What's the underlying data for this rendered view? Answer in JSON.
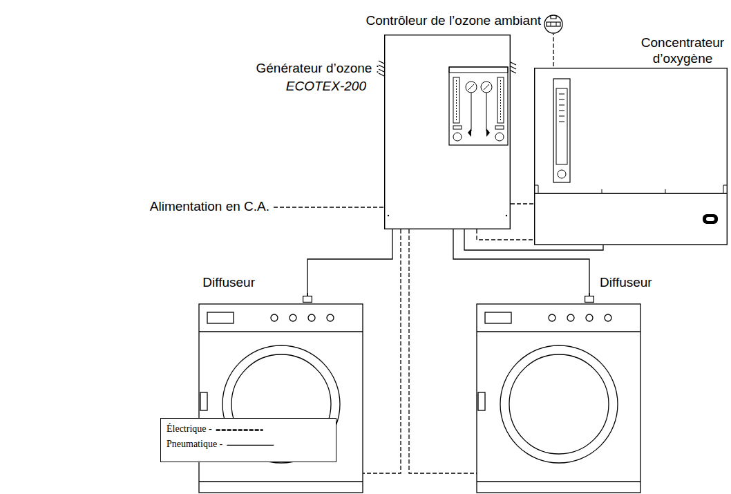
{
  "diagram": {
    "nodes": [
      {
        "text": [
          "Contrôleur de l’ozone ambiant"
        ]
      },
      {
        "text": [
          "Générateur d’ozone :",
          "ECOTEX-200"
        ]
      },
      {
        "text": [
          "Concentrateur d’oxygène"
        ]
      },
      {
        "text": [
          "Diffuseur"
        ]
      },
      {
        "text": [
          "Diffuseur"
        ]
      }
    ],
    "edges": [
      {
        "from": 1,
        "to": 0,
        "arrow": "none"
      },
      {
        "from": 1,
        "to": 2,
        "arrow": "none"
      },
      {
        "from": 1,
        "to": 2,
        "arrow": "none"
      },
      {
        "from": 1,
        "to": 3,
        "arrow": "none"
      },
      {
        "from": 1,
        "to": 4,
        "arrow": "none"
      }
    ],
    "labels": [
      "Alimentation en C.A."
    ],
    "legend": [
      {
        "text": "Électrique -"
      },
      {
        "text": "Pneumatique -"
      }
    ]
  }
}
